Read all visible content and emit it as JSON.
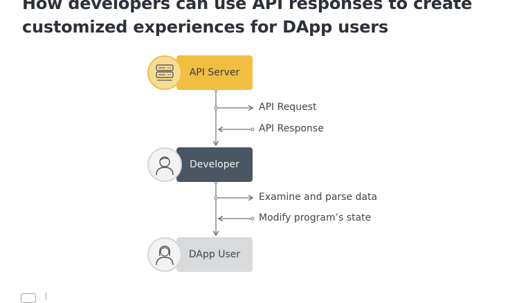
{
  "title": "How developers can use API responses to create customized experiences for DApp users",
  "nodes": [
    {
      "id": "api-server",
      "label": "API Server",
      "icon": "server-icon",
      "color": "#f1be42"
    },
    {
      "id": "developer",
      "label": "Developer",
      "icon": "person-icon",
      "color": "#495560"
    },
    {
      "id": "dapp-user",
      "label": "DApp User",
      "icon": "person-female-icon",
      "color": "#d8dadc"
    }
  ],
  "edges": [
    {
      "label": "API Request",
      "direction": "out"
    },
    {
      "label": "API Response",
      "direction": "in"
    },
    {
      "label": "Examine and parse data",
      "direction": "out"
    },
    {
      "label": "Modify program’s state",
      "direction": "in"
    }
  ],
  "colors": {
    "line": "#6b737b",
    "accent": "#f1be42",
    "dark": "#495560",
    "light": "#d8dadc"
  }
}
